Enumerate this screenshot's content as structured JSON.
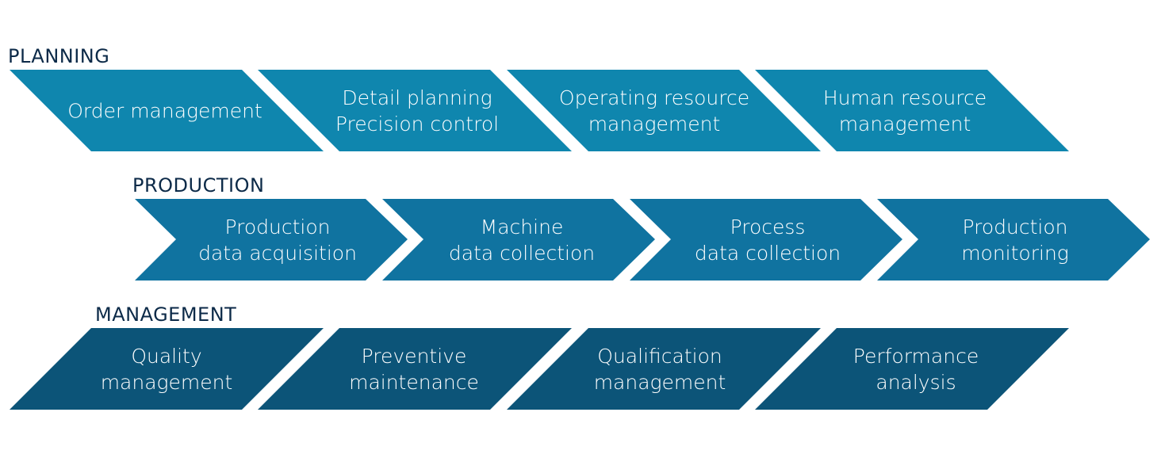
{
  "colors": {
    "planning": "#0f86ae",
    "production": "#1073a0",
    "management": "#0c5478",
    "label": "#0c2a48",
    "text": "#ffffff"
  },
  "rows": [
    {
      "id": "planning",
      "label": "PLANNING",
      "shape": "parallelogram-right",
      "items": [
        {
          "lines": [
            "Order management"
          ]
        },
        {
          "lines": [
            "Detail planning",
            "Precision control"
          ]
        },
        {
          "lines": [
            "Operating resource",
            "management"
          ]
        },
        {
          "lines": [
            "Human resource",
            "management"
          ]
        }
      ]
    },
    {
      "id": "production",
      "label": "PRODUCTION",
      "shape": "chevron",
      "items": [
        {
          "lines": [
            "Production",
            "data acquisition"
          ]
        },
        {
          "lines": [
            "Machine",
            "data collection"
          ]
        },
        {
          "lines": [
            "Process",
            "data collection"
          ]
        },
        {
          "lines": [
            "Production",
            "monitoring"
          ]
        }
      ]
    },
    {
      "id": "management",
      "label": "MANAGEMENT",
      "shape": "parallelogram-left",
      "items": [
        {
          "lines": [
            "Quality",
            "management"
          ]
        },
        {
          "lines": [
            "Preventive",
            "maintenance"
          ]
        },
        {
          "lines": [
            "Qualification",
            "management"
          ]
        },
        {
          "lines": [
            "Performance",
            "analysis"
          ]
        }
      ]
    }
  ]
}
